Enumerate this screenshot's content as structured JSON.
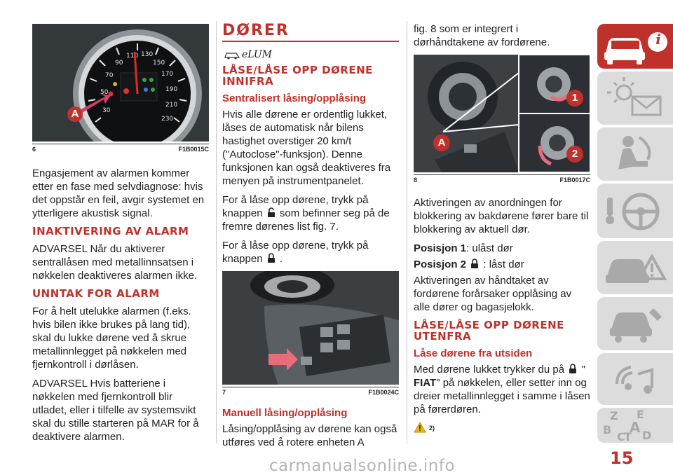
{
  "col1": {
    "fig6": {
      "num": "6",
      "code": "F1B0015C",
      "label": "A"
    },
    "p1": "Engasjement av alarmen kommer etter en fase med selvdiagnose: hvis det oppstår en feil, avgir systemet en ytterligere akustisk signal.",
    "h_inakt": "INAKTIVERING AV ALARM",
    "p2": "ADVARSEL Når du aktiverer sentrallåsen med metallinnsatsen i nøkkelen deaktiveres alarmen ikke.",
    "h_unntak": "UNNTAK FOR ALARM",
    "p3": "For å helt utelukke alarmen (f.eks. hvis bilen ikke brukes på lang tid), skal du lukke dørene ved å skrue metallinnlegget på nøkkelen med fjernkontroll i dørlåsen.",
    "p4": "ADVARSEL Hvis batteriene i nøkkelen med fjernkontroll blir utladet, eller i tilfelle av systemsvikt skal du stille starteren på MAR for å deaktivere alarmen."
  },
  "col2": {
    "title": "DØRER",
    "elum": "eLUM",
    "h_laase": "LÅSE/LÅSE OPP DØRENE INNIFRA",
    "h_sentral": "Sentralisert låsing/opplåsing",
    "p1": "Hvis alle dørene er ordentlig lukket, låses de automatisk når bilens hastighet overstiger 20 km/t (\"Autoclose\"-funksjon). Denne funksjonen kan også deaktiveres fra menyen på instrumentpanelet.",
    "p2a": "For å låse opp dørene, trykk på knappen",
    "p2b": "som befinner seg på de fremre dørenes list fig. 7.",
    "p3a": "For å låse opp dørene, trykk på knappen",
    "p3b": ".",
    "fig7": {
      "num": "7",
      "code": "F1B0024C"
    },
    "h_manuell": "Manuell låsing/opplåsing",
    "p4": "Låsing/opplåsing av dørene kan også utføres ved å rotere enheten A"
  },
  "col3": {
    "p1": "fig. 8 som er integrert i dørhåndtakene av fordørene.",
    "fig8": {
      "num": "8",
      "code": "F1B0017C",
      "label_a": "A",
      "label_1": "1",
      "label_2": "2"
    },
    "p2": "Aktiveringen av anordningen for blokkering av bakdørene fører bare til blokkering av aktuell dør.",
    "pos1_label": "Posisjon 1",
    "pos1_text": ": ulåst dør",
    "pos2_label": "Posisjon 2",
    "pos2_text": ": låst dør",
    "p3": "Aktiveringen av håndtaket av fordørene forårsaker opplåsing av alle dører og bagasjelokk.",
    "h_utenfra": "LÅSE/LÅSE OPP DØRENE UTENFRA",
    "h_laase_fra": "Låse dørene fra utsiden",
    "p4a": "Med dørene lukket trykker du på",
    "p4b": "\"",
    "p5_bold": "FIAT",
    "p5": "\" på nøkkelen, eller setter inn og dreier metallinnlegget i samme i låsen på førerdøren.",
    "warn_ref": "2)"
  },
  "sidebar": {
    "info_letter": "i",
    "letters": [
      "Z",
      "E",
      "B",
      "A",
      "C",
      "T",
      "D"
    ]
  },
  "page_number": "15",
  "watermark": "carmanualsonline.info",
  "colors": {
    "accent": "#c0312b",
    "tab_gray": "#d9d9d9",
    "icon_gray": "#b8b8b8"
  }
}
